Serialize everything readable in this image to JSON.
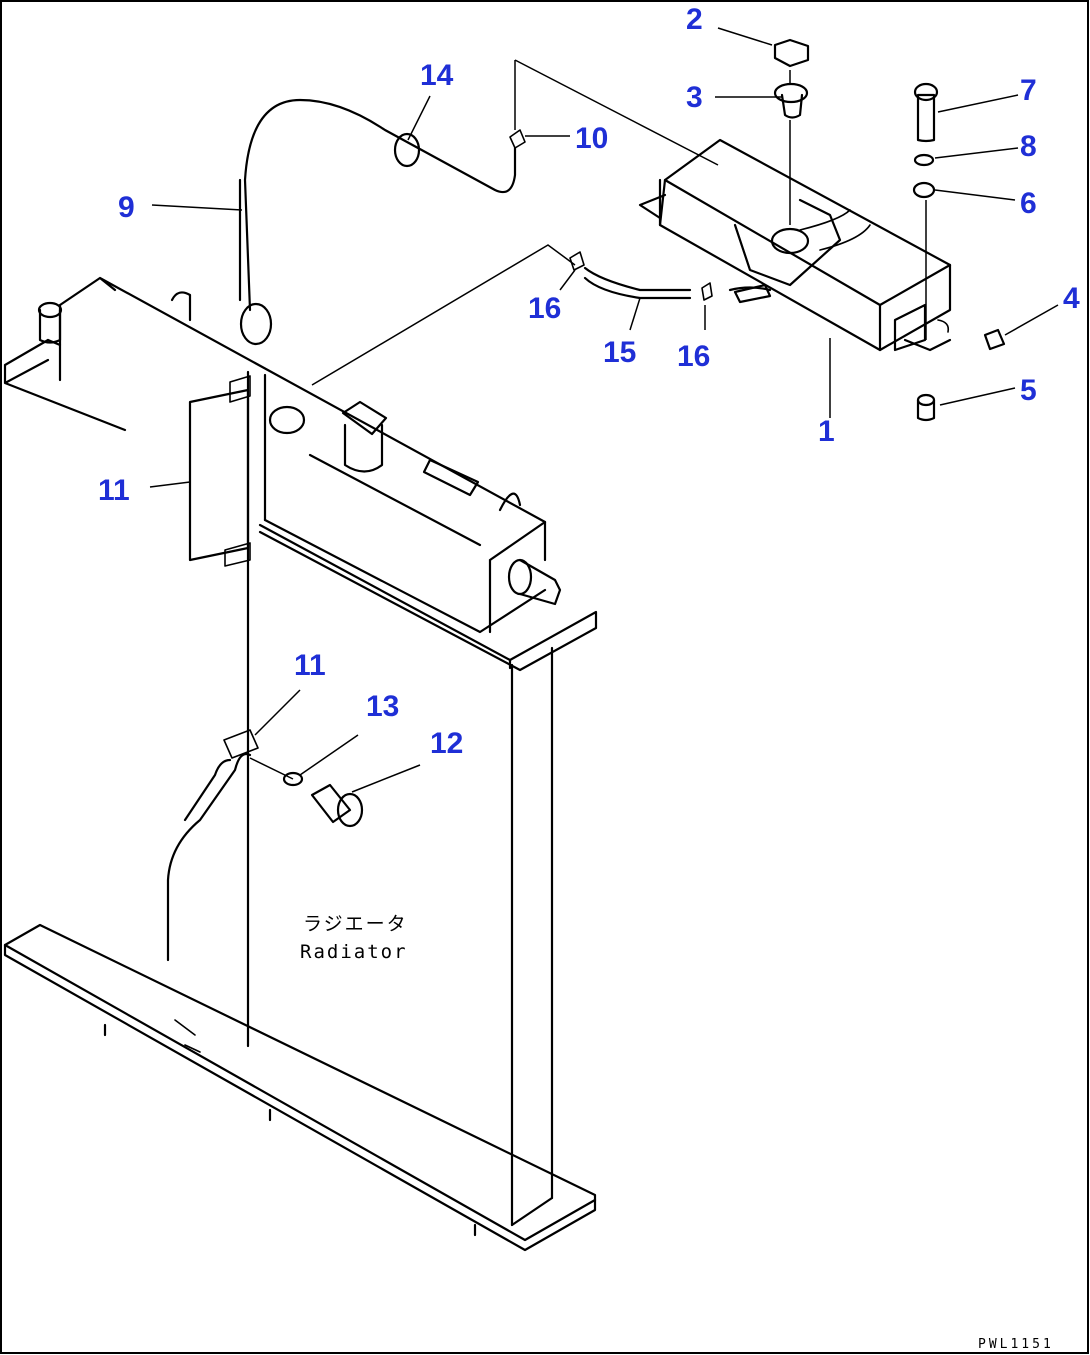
{
  "diagram": {
    "callouts": [
      "1",
      "2",
      "3",
      "4",
      "5",
      "6",
      "7",
      "8",
      "9",
      "10",
      "11",
      "11",
      "12",
      "13",
      "14",
      "15",
      "16",
      "16"
    ],
    "radiator_label_jp": "ラジエータ",
    "radiator_label_en": "Radiator",
    "drawing_code": "PWL1151"
  }
}
